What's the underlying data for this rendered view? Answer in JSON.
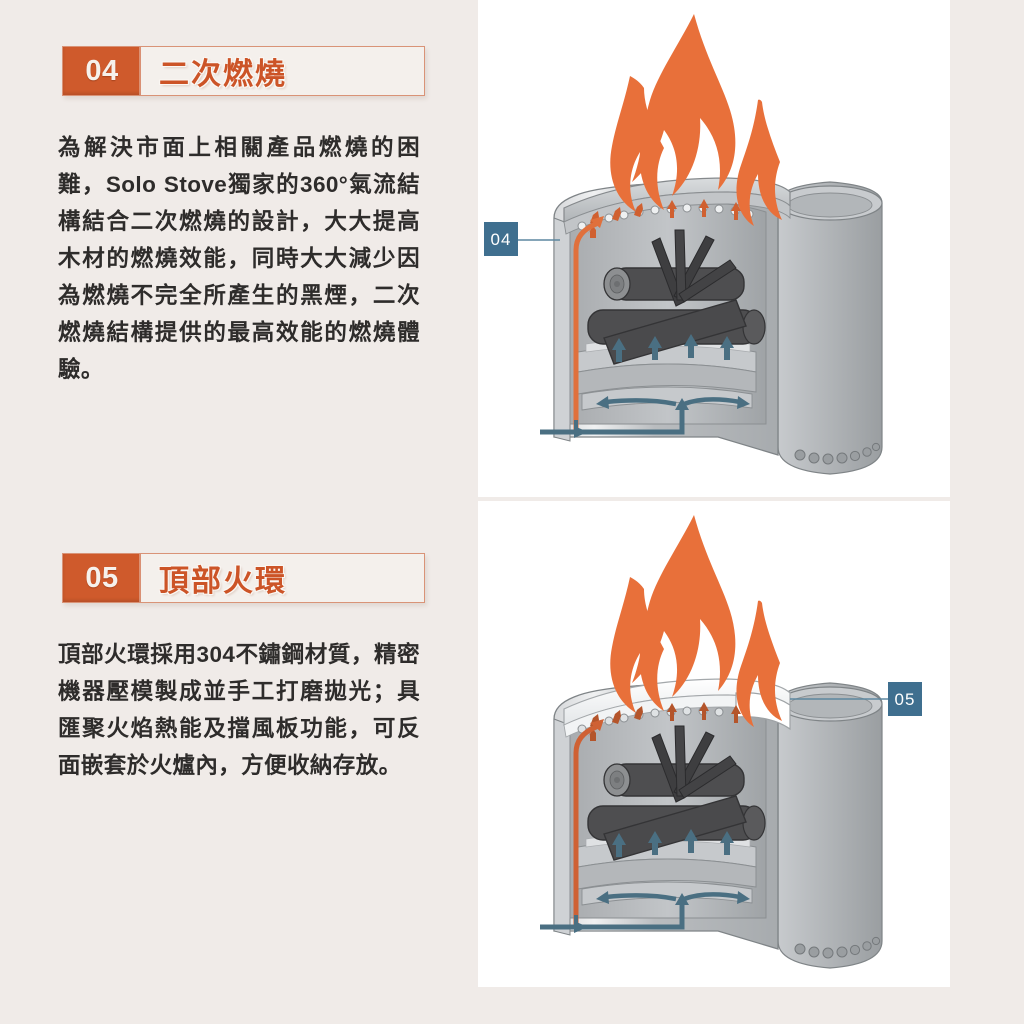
{
  "page": {
    "background_color": "#f0ebe8",
    "panel_background_color": "#ffffff"
  },
  "theme": {
    "accent_orange": "#cf5a2c",
    "title_orange": "#cc5427",
    "flame_orange": "#e8703a",
    "badge_blue": "#3f6f8f",
    "arrow_teal": "#4a6f82",
    "log_dark": "#4a4a4c",
    "metal_gray": "#b4b7ba",
    "border_salmon": "#d99377",
    "body_text_color": "#2e2c2b"
  },
  "sections": [
    {
      "number": "04",
      "title": "二次燃燒",
      "body": "為解決市面上相關產品燃燒的困難，Solo Stove獨家的360°氣流結構結合二次燃燒的設計，大大提高木材的燃燒效能，同時大大減少因為燃燒不完全所產生的黑煙，二次燃燒結構提供的最高效能的燃燒體驗。",
      "diagram": {
        "callout_label": "04",
        "callout_side": "left",
        "highlight": "secondary-combustion-vent-ring",
        "flame_color": "#e8703a",
        "intake_arrow_color": "#4a6f82",
        "vent_arrow_color": "#d06030"
      }
    },
    {
      "number": "05",
      "title": "頂部火環",
      "body": "頂部火環採用304不鏽鋼材質，精密機器壓模製成並手工打磨拋光；具匯聚火焰熱能及擋風板功能，可反面嵌套於火爐內，方便收納存放。",
      "diagram": {
        "callout_label": "05",
        "callout_side": "right",
        "highlight": "top-fire-ring",
        "flame_color": "#e8703a",
        "intake_arrow_color": "#4a6f82",
        "vent_arrow_color": "#d06030"
      }
    }
  ],
  "icons": {
    "flame": "flame-icon",
    "up_arrow": "up-arrow-icon",
    "intake_arrow": "intake-arrow-icon",
    "callout": "callout-badge"
  }
}
